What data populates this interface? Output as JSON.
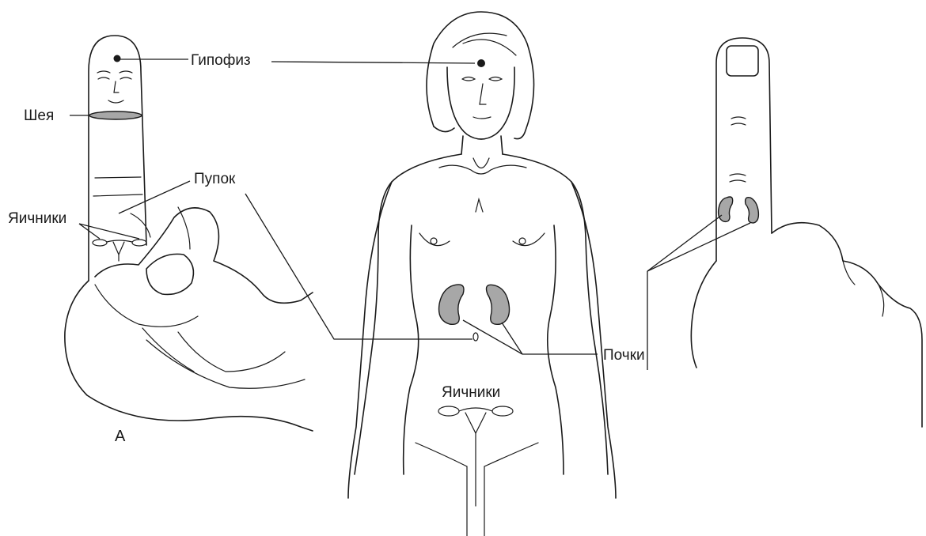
{
  "labels": {
    "pituitary": "Гипофиз",
    "neck": "Шея",
    "navel": "Пупок",
    "ovaries_finger": "Яичники",
    "kidneys": "Почки",
    "ovaries_body": "Яичники",
    "figure_letter": "A"
  },
  "colors": {
    "line": "#1a1a1a",
    "organ_fill": "#a7a7a7",
    "background": "#ffffff"
  }
}
